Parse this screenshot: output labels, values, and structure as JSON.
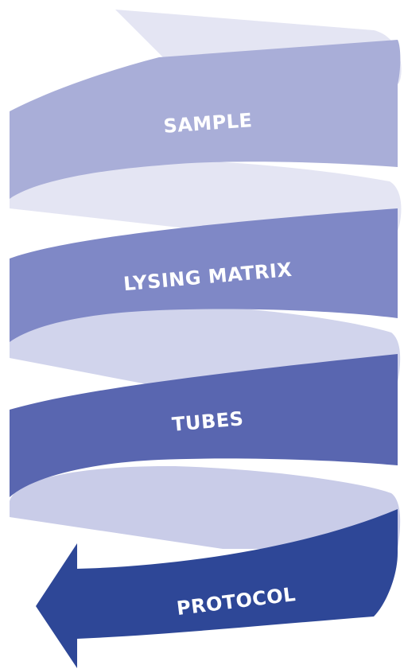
{
  "diagram": {
    "steps": [
      {
        "label": "SAMPLE",
        "color": "#a9aed8"
      },
      {
        "label": "LYSING MATRIX",
        "color": "#7f88c6"
      },
      {
        "label": "TUBES",
        "color": "#5966b0"
      },
      {
        "label": "PROTOCOL",
        "color": "#2e4797"
      }
    ],
    "back_colors": [
      "#e4e5f3",
      "#d1d4ec",
      "#c9cce8"
    ],
    "direction": "left-arrow"
  }
}
